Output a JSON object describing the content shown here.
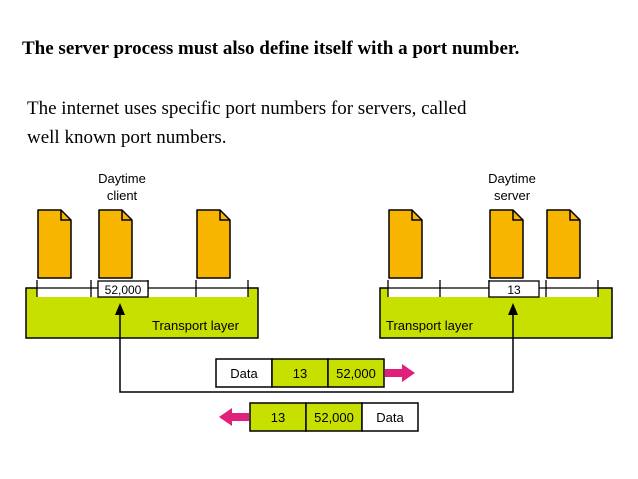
{
  "heading": "The server process must also define itself with a port number.",
  "body": {
    "line1": "The internet uses specific port numbers for servers, called",
    "line2": "well known port numbers."
  },
  "diagram": {
    "client_label": [
      "Daytime",
      "client"
    ],
    "server_label": [
      "Daytime",
      "server"
    ],
    "layer_label": "Transport layer",
    "client_port": "52,000",
    "server_port": "13",
    "packet_out": [
      "Data",
      "13",
      "52,000"
    ],
    "packet_in": [
      "13",
      "52,000",
      "Data"
    ]
  },
  "colors": {
    "layer_fill": "#c8e000",
    "document_fill": "#f7b500",
    "arrow": "#e0207a"
  }
}
